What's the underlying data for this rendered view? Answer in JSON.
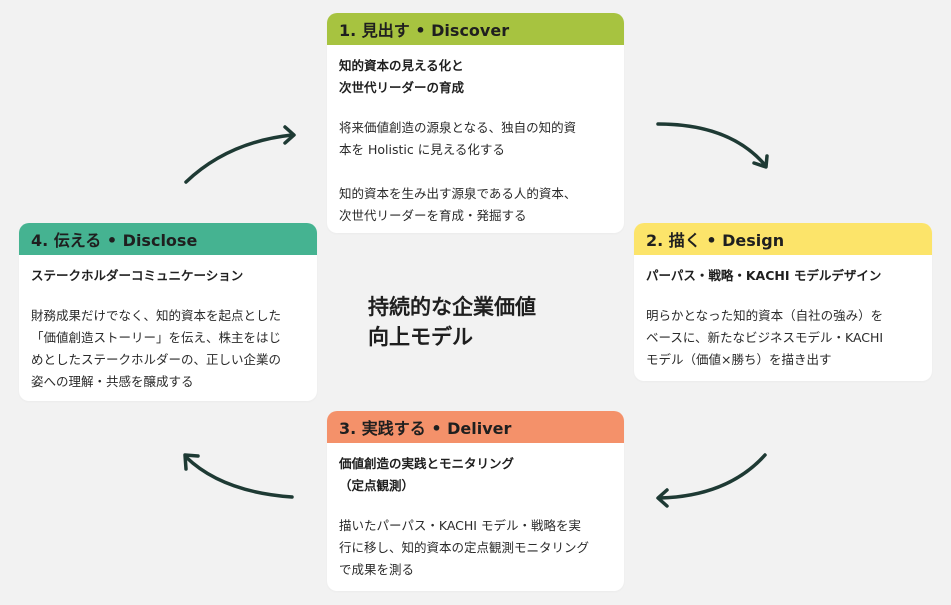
{
  "center_title": "持続的な企業価値\n向上モデル",
  "colors": {
    "discover": "#a7c340",
    "design": "#fce46a",
    "deliver": "#f4916a",
    "disclose": "#45b391",
    "arrow": "#1e3a34"
  },
  "cards": {
    "discover": {
      "header": "1. 見出す • Discover",
      "subtitle": "知的資本の見える化と\n次世代リーダーの育成",
      "desc1": "将来価値創造の源泉となる、独自の知的資\n本を Holistic に見える化する",
      "desc2": "知的資本を生み出す源泉である人的資本、\n次世代リーダーを育成・発掘する"
    },
    "design": {
      "header": "2. 描く • Design",
      "subtitle": "パーパス・戦略・KACHI モデルデザイン",
      "desc1": "明らかとなった知的資本（自社の強み）を\nベースに、新たなビジネスモデル・KACHI\nモデル（価値×勝ち）を描き出す"
    },
    "deliver": {
      "header": "3. 実践する • Deliver",
      "subtitle": "価値創造の実践とモニタリング\n（定点観測）",
      "desc1": "描いたパーパス・KACHI モデル・戦略を実\n行に移し、知的資本の定点観測モニタリング\nで成果を測る"
    },
    "disclose": {
      "header": "4. 伝える • Disclose",
      "subtitle": "ステークホルダーコミュニケーション",
      "desc1": "財務成果だけでなく、知的資本を起点とした\n「価値創造ストーリー」を伝え、株主をはじ\nめとしたステークホルダーの、正しい企業の\n姿への理解・共感を醸成する"
    }
  }
}
